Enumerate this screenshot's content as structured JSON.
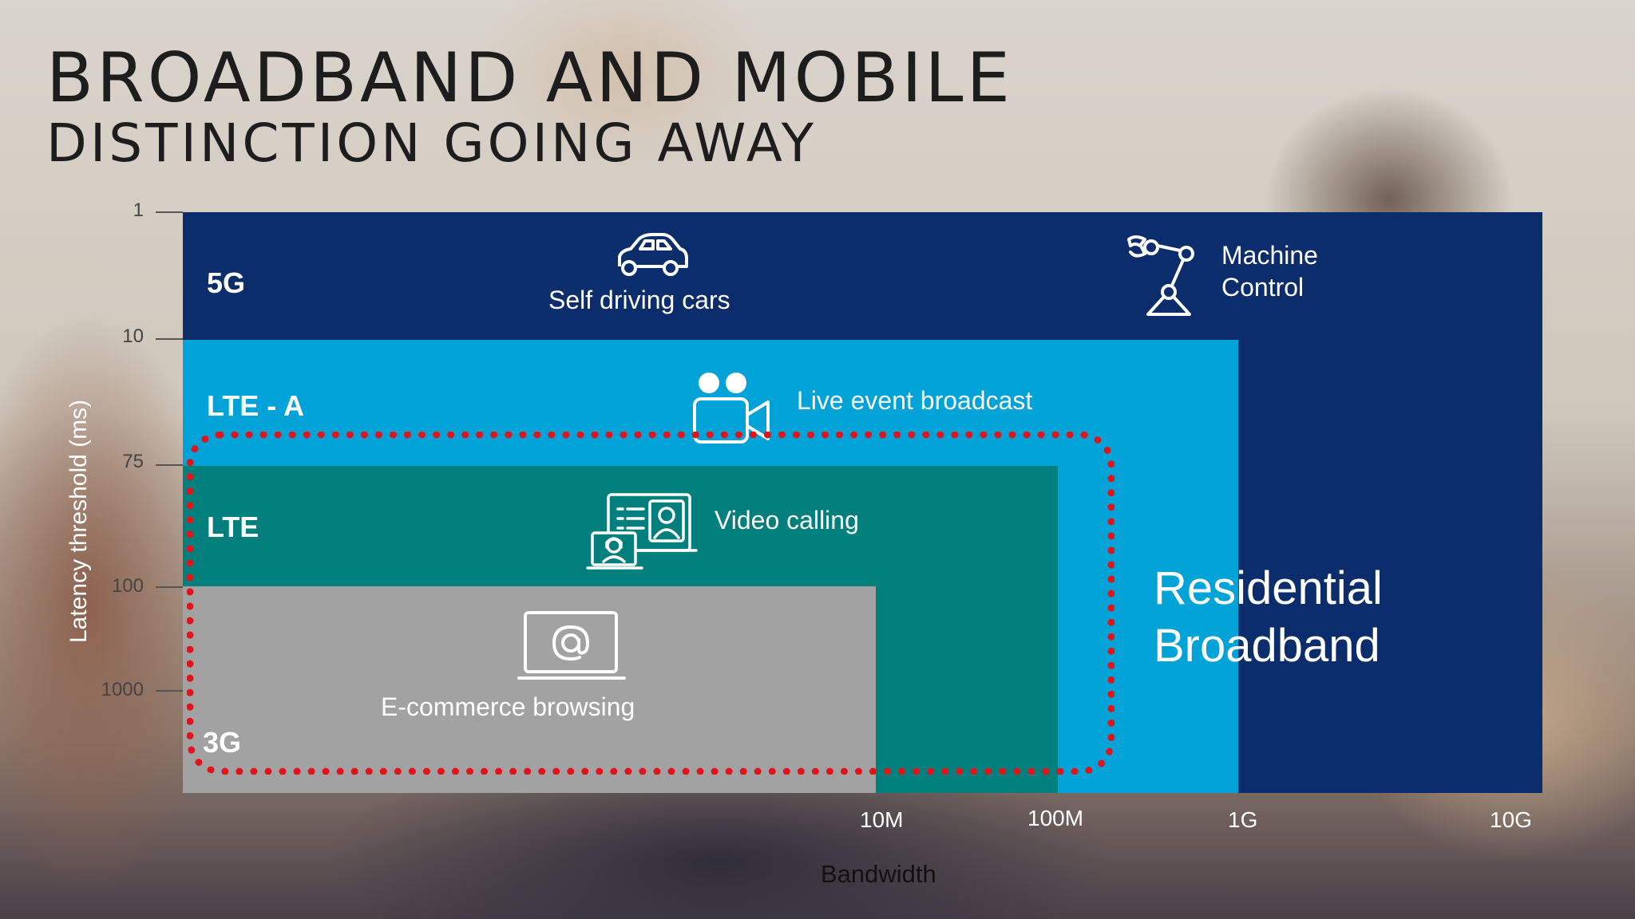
{
  "title": {
    "line1": "BROADBAND AND MOBILE",
    "line2": "DISTINCTION GOING AWAY"
  },
  "tiers": {
    "t5g": {
      "name": "5G",
      "use_case": "Self driving cars",
      "use_case2_line1": "Machine",
      "use_case2_line2": "Control",
      "icons": [
        "car-icon",
        "robot-arm-icon"
      ]
    },
    "lte_a": {
      "name": "LTE - A",
      "use_case": "Live event broadcast",
      "icon": "video-camera-icon"
    },
    "lte": {
      "name": "LTE",
      "use_case": "Video calling",
      "icon": "video-call-icon"
    },
    "t3g": {
      "name": "3G",
      "use_case": "E-commerce browsing",
      "icon": "laptop-at-icon"
    }
  },
  "residential": {
    "line1": "Residential",
    "line2": "Broadband"
  },
  "axes": {
    "y_label": "Latency threshold (ms)",
    "y_ticks": [
      "1",
      "10",
      "75",
      "100",
      "1000"
    ],
    "x_label": "Bandwidth",
    "x_ticks": [
      "10M",
      "100M",
      "1G",
      "10G"
    ]
  },
  "colors": {
    "t5g": "#0b2d6b",
    "lte_a": "#00a3d7",
    "lte": "#007f7d",
    "t3g": "#a2a2a2",
    "highlight": "#e1141b"
  }
}
